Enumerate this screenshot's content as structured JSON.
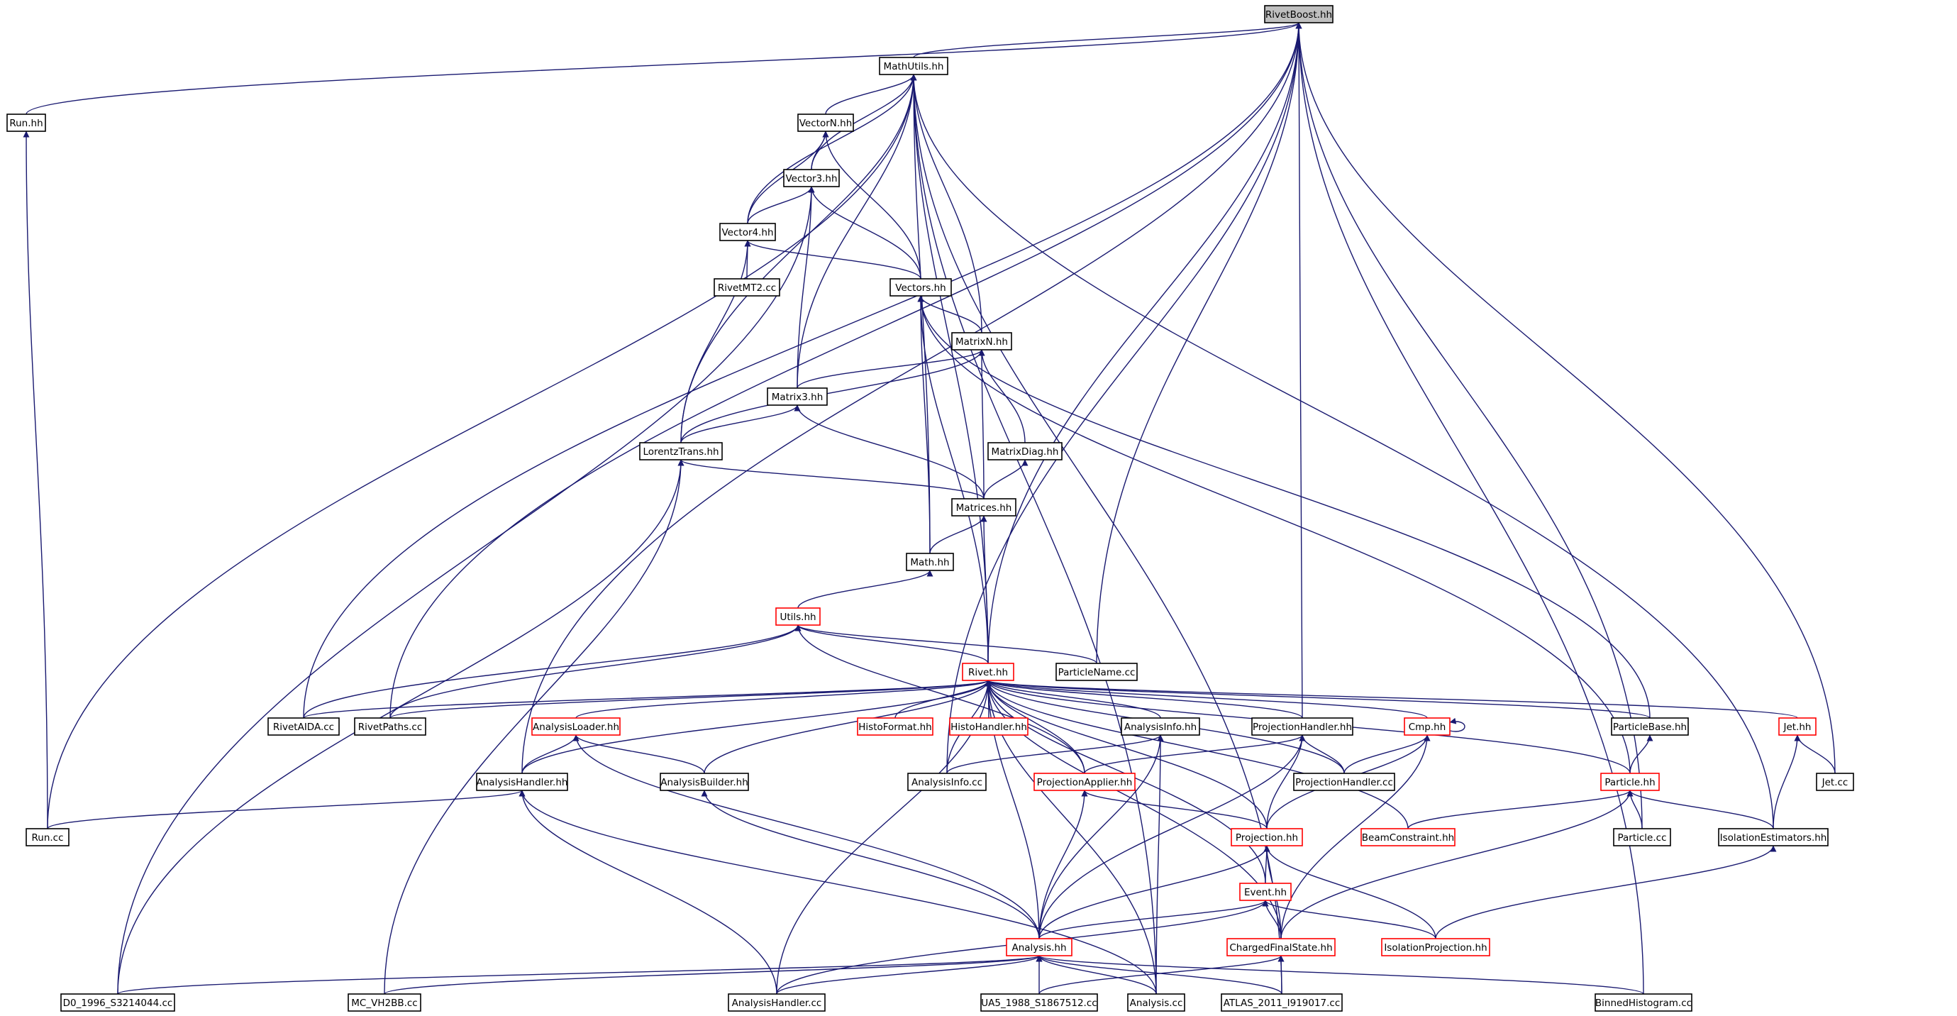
{
  "colors": {
    "edge": "#191970",
    "node_border_normal": "#000000",
    "node_border_incomplete": "#ff0000",
    "node_fill_root": "#bfbfbf",
    "node_fill": "#ffffff"
  },
  "nodes": {
    "RivetBoost_hh": {
      "label": "RivetBoost.hh",
      "status": "root"
    },
    "MathUtils_hh": {
      "label": "MathUtils.hh",
      "status": "normal"
    },
    "Run_hh": {
      "label": "Run.hh",
      "status": "normal"
    },
    "VectorN_hh": {
      "label": "VectorN.hh",
      "status": "normal"
    },
    "Vector3_hh": {
      "label": "Vector3.hh",
      "status": "normal"
    },
    "Vector4_hh": {
      "label": "Vector4.hh",
      "status": "normal"
    },
    "RivetMT2_cc": {
      "label": "RivetMT2.cc",
      "status": "normal"
    },
    "Vectors_hh": {
      "label": "Vectors.hh",
      "status": "normal"
    },
    "MatrixN_hh": {
      "label": "MatrixN.hh",
      "status": "normal"
    },
    "Matrix3_hh": {
      "label": "Matrix3.hh",
      "status": "normal"
    },
    "MatrixDiag_hh": {
      "label": "MatrixDiag.hh",
      "status": "normal"
    },
    "LorentzTrans_hh": {
      "label": "LorentzTrans.hh",
      "status": "normal"
    },
    "Matrices_hh": {
      "label": "Matrices.hh",
      "status": "normal"
    },
    "Math_hh": {
      "label": "Math.hh",
      "status": "normal"
    },
    "Utils_hh": {
      "label": "Utils.hh",
      "status": "incomplete"
    },
    "Rivet_hh": {
      "label": "Rivet.hh",
      "status": "incomplete"
    },
    "ParticleName_cc": {
      "label": "ParticleName.cc",
      "status": "normal"
    },
    "RivetAIDA_cc": {
      "label": "RivetAIDA.cc",
      "status": "normal"
    },
    "RivetPaths_cc": {
      "label": "RivetPaths.cc",
      "status": "normal"
    },
    "AnalysisLoader_hh": {
      "label": "AnalysisLoader.hh",
      "status": "incomplete"
    },
    "HistoFormat_hh": {
      "label": "HistoFormat.hh",
      "status": "incomplete"
    },
    "HistoHandler_hh": {
      "label": "HistoHandler.hh",
      "status": "incomplete"
    },
    "AnalysisInfo_hh": {
      "label": "AnalysisInfo.hh",
      "status": "normal"
    },
    "ProjectionHandler_hh": {
      "label": "ProjectionHandler.hh",
      "status": "normal"
    },
    "Cmp_hh": {
      "label": "Cmp.hh",
      "status": "incomplete"
    },
    "ParticleBase_hh": {
      "label": "ParticleBase.hh",
      "status": "normal"
    },
    "Jet_hh": {
      "label": "Jet.hh",
      "status": "incomplete"
    },
    "AnalysisHandler_hh": {
      "label": "AnalysisHandler.hh",
      "status": "normal"
    },
    "AnalysisBuilder_hh": {
      "label": "AnalysisBuilder.hh",
      "status": "normal"
    },
    "AnalysisInfo_cc": {
      "label": "AnalysisInfo.cc",
      "status": "normal"
    },
    "ProjectionApplier_hh": {
      "label": "ProjectionApplier.hh",
      "status": "incomplete"
    },
    "ProjectionHandler_cc": {
      "label": "ProjectionHandler.cc",
      "status": "normal"
    },
    "Particle_hh": {
      "label": "Particle.hh",
      "status": "incomplete"
    },
    "Jet_cc": {
      "label": "Jet.cc",
      "status": "normal"
    },
    "Run_cc": {
      "label": "Run.cc",
      "status": "normal"
    },
    "Projection_hh": {
      "label": "Projection.hh",
      "status": "incomplete"
    },
    "BeamConstraint_hh": {
      "label": "BeamConstraint.hh",
      "status": "incomplete"
    },
    "Particle_cc": {
      "label": "Particle.cc",
      "status": "normal"
    },
    "IsolationEstimators_hh": {
      "label": "IsolationEstimators.hh",
      "status": "normal"
    },
    "Event_hh": {
      "label": "Event.hh",
      "status": "incomplete"
    },
    "Analysis_hh": {
      "label": "Analysis.hh",
      "status": "incomplete"
    },
    "ChargedFinalState_hh": {
      "label": "ChargedFinalState.hh",
      "status": "incomplete"
    },
    "IsolationProjection_hh": {
      "label": "IsolationProjection.hh",
      "status": "incomplete"
    },
    "D0_1996_cc": {
      "label": "D0_1996_S3214044.cc",
      "status": "normal"
    },
    "MC_VH2BB_cc": {
      "label": "MC_VH2BB.cc",
      "status": "normal"
    },
    "AnalysisHandler_cc": {
      "label": "AnalysisHandler.cc",
      "status": "normal"
    },
    "UA5_1988_cc": {
      "label": "UA5_1988_S1867512.cc",
      "status": "normal"
    },
    "Analysis_cc": {
      "label": "Analysis.cc",
      "status": "normal"
    },
    "ATLAS_2011_cc": {
      "label": "ATLAS_2011_I919017.cc",
      "status": "normal"
    },
    "BinnedHistogram_cc": {
      "label": "BinnedHistogram.cc",
      "status": "normal"
    }
  },
  "edges": [
    [
      "Run_hh",
      "RivetBoost_hh"
    ],
    [
      "MathUtils_hh",
      "RivetBoost_hh"
    ],
    [
      "AnalysisHandler_hh",
      "RivetBoost_hh"
    ],
    [
      "RivetAIDA_cc",
      "RivetBoost_hh"
    ],
    [
      "RivetPaths_cc",
      "RivetBoost_hh"
    ],
    [
      "Rivet_hh",
      "RivetBoost_hh"
    ],
    [
      "ParticleName_cc",
      "RivetBoost_hh"
    ],
    [
      "ProjectionHandler_hh",
      "RivetBoost_hh"
    ],
    [
      "AnalysisInfo_cc",
      "RivetBoost_hh"
    ],
    [
      "Particle_cc",
      "RivetBoost_hh"
    ],
    [
      "Jet_cc",
      "RivetBoost_hh"
    ],
    [
      "BinnedHistogram_cc",
      "RivetBoost_hh"
    ],
    [
      "Run_cc",
      "Run_hh"
    ],
    [
      "Run_cc",
      "MathUtils_hh"
    ],
    [
      "Run_cc",
      "AnalysisHandler_hh"
    ],
    [
      "VectorN_hh",
      "MathUtils_hh"
    ],
    [
      "Vector3_hh",
      "MathUtils_hh"
    ],
    [
      "Vector4_hh",
      "MathUtils_hh"
    ],
    [
      "Vectors_hh",
      "VectorN_hh"
    ],
    [
      "Vector3_hh",
      "VectorN_hh"
    ],
    [
      "Vector4_hh",
      "VectorN_hh"
    ],
    [
      "Vector4_hh",
      "Vector3_hh"
    ],
    [
      "Vectors_hh",
      "Vector3_hh"
    ],
    [
      "Matrix3_hh",
      "Vector3_hh"
    ],
    [
      "D0_1996_cc",
      "Vector3_hh"
    ],
    [
      "RivetMT2_cc",
      "Vector4_hh"
    ],
    [
      "Vectors_hh",
      "Vector4_hh"
    ],
    [
      "LorentzTrans_hh",
      "Vector4_hh"
    ],
    [
      "LorentzTrans_hh",
      "MathUtils_hh"
    ],
    [
      "MatrixN_hh",
      "MathUtils_hh"
    ],
    [
      "Matrix3_hh",
      "MathUtils_hh"
    ],
    [
      "Math_hh",
      "MathUtils_hh"
    ],
    [
      "Rivet_hh",
      "MathUtils_hh"
    ],
    [
      "IsolationEstimators_hh",
      "MathUtils_hh"
    ],
    [
      "ATLAS_2011_cc",
      "MathUtils_hh"
    ],
    [
      "Analysis_cc",
      "MathUtils_hh"
    ],
    [
      "MatrixN_hh",
      "Vectors_hh"
    ],
    [
      "Math_hh",
      "Vectors_hh"
    ],
    [
      "Rivet_hh",
      "Vectors_hh"
    ],
    [
      "ParticleBase_hh",
      "Vectors_hh"
    ],
    [
      "Particle_hh",
      "Vectors_hh"
    ],
    [
      "Matrix3_hh",
      "MatrixN_hh"
    ],
    [
      "LorentzTrans_hh",
      "MatrixN_hh"
    ],
    [
      "MatrixDiag_hh",
      "MatrixN_hh"
    ],
    [
      "Matrices_hh",
      "MatrixN_hh"
    ],
    [
      "LorentzTrans_hh",
      "Matrix3_hh"
    ],
    [
      "Matrices_hh",
      "Matrix3_hh"
    ],
    [
      "Matrices_hh",
      "MatrixDiag_hh"
    ],
    [
      "Matrices_hh",
      "LorentzTrans_hh"
    ],
    [
      "D0_1996_cc",
      "LorentzTrans_hh"
    ],
    [
      "MC_VH2BB_cc",
      "LorentzTrans_hh"
    ],
    [
      "Math_hh",
      "Matrices_hh"
    ],
    [
      "Rivet_hh",
      "Matrices_hh"
    ],
    [
      "Utils_hh",
      "Math_hh"
    ],
    [
      "Rivet_hh",
      "Utils_hh"
    ],
    [
      "ParticleName_cc",
      "Utils_hh"
    ],
    [
      "RivetAIDA_cc",
      "Utils_hh"
    ],
    [
      "RivetPaths_cc",
      "Utils_hh"
    ],
    [
      "ProjectionApplier_hh",
      "Utils_hh"
    ],
    [
      "RivetAIDA_cc",
      "Rivet_hh"
    ],
    [
      "RivetPaths_cc",
      "Rivet_hh"
    ],
    [
      "AnalysisLoader_hh",
      "Rivet_hh"
    ],
    [
      "HistoFormat_hh",
      "Rivet_hh"
    ],
    [
      "HistoHandler_hh",
      "Rivet_hh"
    ],
    [
      "AnalysisInfo_hh",
      "Rivet_hh"
    ],
    [
      "ProjectionHandler_hh",
      "Rivet_hh"
    ],
    [
      "Cmp_hh",
      "Rivet_hh"
    ],
    [
      "ParticleBase_hh",
      "Rivet_hh"
    ],
    [
      "Jet_hh",
      "Rivet_hh"
    ],
    [
      "AnalysisHandler_hh",
      "Rivet_hh"
    ],
    [
      "AnalysisBuilder_hh",
      "Rivet_hh"
    ],
    [
      "AnalysisInfo_cc",
      "Rivet_hh"
    ],
    [
      "ProjectionApplier_hh",
      "Rivet_hh"
    ],
    [
      "ProjectionHandler_cc",
      "Rivet_hh"
    ],
    [
      "Particle_hh",
      "Rivet_hh"
    ],
    [
      "Projection_hh",
      "Rivet_hh"
    ],
    [
      "BeamConstraint_hh",
      "Rivet_hh"
    ],
    [
      "Event_hh",
      "Rivet_hh"
    ],
    [
      "Analysis_hh",
      "Rivet_hh"
    ],
    [
      "ChargedFinalState_hh",
      "Rivet_hh"
    ],
    [
      "AnalysisHandler_cc",
      "Rivet_hh"
    ],
    [
      "Analysis_cc",
      "Rivet_hh"
    ],
    [
      "AnalysisHandler_hh",
      "AnalysisLoader_hh"
    ],
    [
      "AnalysisBuilder_hh",
      "AnalysisLoader_hh"
    ],
    [
      "Analysis_hh",
      "AnalysisLoader_hh"
    ],
    [
      "AnalysisInfo_cc",
      "AnalysisInfo_hh"
    ],
    [
      "Analysis_hh",
      "AnalysisInfo_hh"
    ],
    [
      "Analysis_cc",
      "AnalysisInfo_hh"
    ],
    [
      "ProjectionApplier_hh",
      "ProjectionHandler_hh"
    ],
    [
      "ProjectionHandler_cc",
      "ProjectionHandler_hh"
    ],
    [
      "Projection_hh",
      "ProjectionHandler_hh"
    ],
    [
      "Analysis_hh",
      "ProjectionHandler_hh"
    ],
    [
      "Cmp_hh",
      "Cmp_hh"
    ],
    [
      "ProjectionHandler_cc",
      "Cmp_hh"
    ],
    [
      "Projection_hh",
      "Cmp_hh"
    ],
    [
      "ChargedFinalState_hh",
      "Cmp_hh"
    ],
    [
      "Particle_hh",
      "ParticleBase_hh"
    ],
    [
      "Jet_cc",
      "Jet_hh"
    ],
    [
      "IsolationEstimators_hh",
      "Jet_hh"
    ],
    [
      "AnalysisHandler_cc",
      "AnalysisHandler_hh"
    ],
    [
      "Analysis_cc",
      "AnalysisHandler_hh"
    ],
    [
      "Analysis_hh",
      "AnalysisBuilder_hh"
    ],
    [
      "Projection_hh",
      "ProjectionApplier_hh"
    ],
    [
      "Analysis_hh",
      "ProjectionApplier_hh"
    ],
    [
      "BeamConstraint_hh",
      "Particle_hh"
    ],
    [
      "Particle_cc",
      "Particle_hh"
    ],
    [
      "IsolationEstimators_hh",
      "Particle_hh"
    ],
    [
      "ChargedFinalState_hh",
      "Particle_hh"
    ],
    [
      "IsolationProjection_hh",
      "IsolationEstimators_hh"
    ],
    [
      "Event_hh",
      "Projection_hh"
    ],
    [
      "Analysis_hh",
      "Projection_hh"
    ],
    [
      "ChargedFinalState_hh",
      "Projection_hh"
    ],
    [
      "IsolationProjection_hh",
      "Projection_hh"
    ],
    [
      "Analysis_hh",
      "Event_hh"
    ],
    [
      "ChargedFinalState_hh",
      "Event_hh"
    ],
    [
      "IsolationProjection_hh",
      "Event_hh"
    ],
    [
      "AnalysisHandler_cc",
      "Event_hh"
    ],
    [
      "D0_1996_cc",
      "Analysis_hh"
    ],
    [
      "MC_VH2BB_cc",
      "Analysis_hh"
    ],
    [
      "AnalysisHandler_cc",
      "Analysis_hh"
    ],
    [
      "UA5_1988_cc",
      "Analysis_hh"
    ],
    [
      "Analysis_cc",
      "Analysis_hh"
    ],
    [
      "ATLAS_2011_cc",
      "Analysis_hh"
    ],
    [
      "BinnedHistogram_cc",
      "Analysis_hh"
    ],
    [
      "UA5_1988_cc",
      "ChargedFinalState_hh"
    ],
    [
      "ATLAS_2011_cc",
      "ChargedFinalState_hh"
    ]
  ]
}
